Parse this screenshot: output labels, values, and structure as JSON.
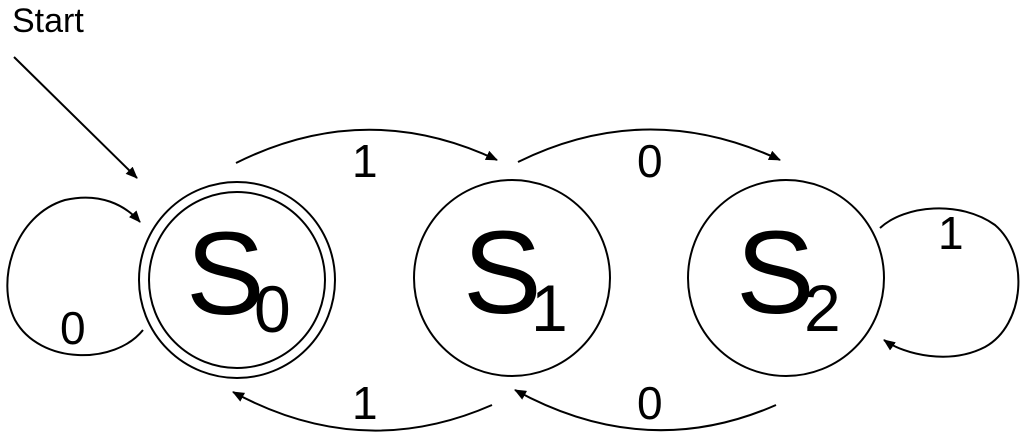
{
  "start_label": "Start",
  "states": [
    {
      "name": "S",
      "sub": "0",
      "accepting": true
    },
    {
      "name": "S",
      "sub": "1",
      "accepting": false
    },
    {
      "name": "S",
      "sub": "2",
      "accepting": false
    }
  ],
  "transitions": [
    {
      "from": "S0",
      "to": "S0",
      "label": "0"
    },
    {
      "from": "S0",
      "to": "S1",
      "label": "1"
    },
    {
      "from": "S1",
      "to": "S2",
      "label": "0"
    },
    {
      "from": "S2",
      "to": "S2",
      "label": "1"
    },
    {
      "from": "S1",
      "to": "S0",
      "label": "1"
    },
    {
      "from": "S2",
      "to": "S1",
      "label": "0"
    }
  ]
}
